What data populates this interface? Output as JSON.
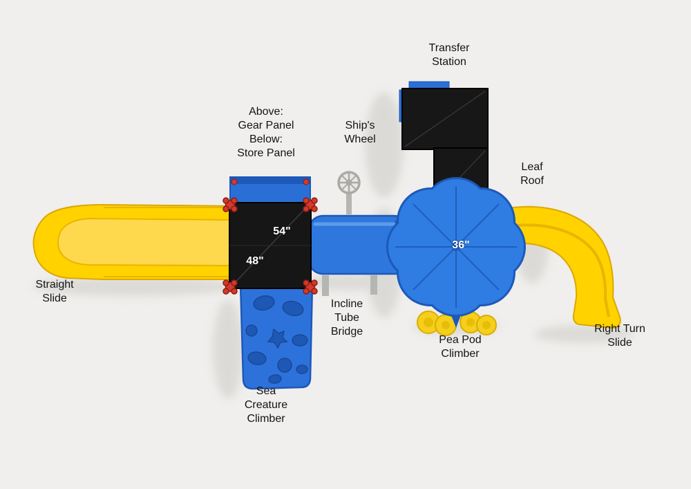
{
  "title": "Playground structure top view diagram",
  "colors": {
    "slide_yellow": "#ffd200",
    "slide_edge": "#dda700",
    "panel_blue": "#2f7ce2",
    "panel_blue_dark": "#1c59b8",
    "deck_black": "#161616",
    "connector_red": "#d13a2c",
    "shadow_gray": "#cbcac6",
    "label_text": "#131313"
  },
  "labels": {
    "transfer_station": "Transfer\nStation",
    "gear_store_panel": "Above:\nGear Panel\nBelow:\nStore Panel",
    "ships_wheel": "Ship's\nWheel",
    "leaf_roof": "Leaf\nRoof",
    "straight_slide": "Straight\nSlide",
    "incline_tube_bridge": "Incline\nTube\nBridge",
    "pea_pod_climber": "Pea Pod\nClimber",
    "right_turn_slide": "Right Turn\nSlide",
    "sea_creature_climber": "Sea\nCreature\nClimber"
  },
  "measurements": {
    "deck_upper": "54\"",
    "deck_lower": "48\"",
    "leaf": "36\""
  }
}
